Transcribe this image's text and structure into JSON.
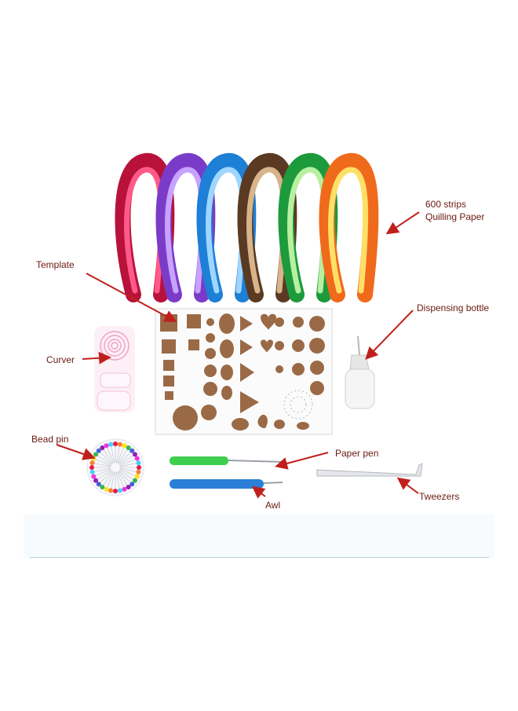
{
  "labels": {
    "strips": "600 strips",
    "quilling": "Quilling Paper",
    "template": "Template",
    "dispensing": "Dispensing bottle",
    "curver": "Curver",
    "beadpin": "Bead pin",
    "paperpen": "Paper pen",
    "awl": "Awl",
    "tweezers": "Tweezers"
  },
  "colors": {
    "arrow": "#c0201c",
    "label": "#6b1a10",
    "template_shape": "#9a6a46",
    "pen_green": "#3fcf4f",
    "awl_blue": "#2a7fd6"
  }
}
